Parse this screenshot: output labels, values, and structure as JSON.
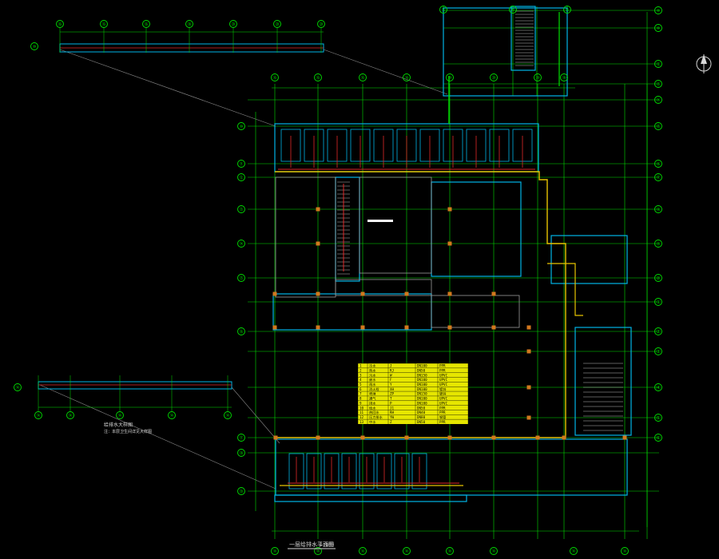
{
  "drawing": {
    "title": "一层给排水平面图",
    "scale": "1:100",
    "background": "#000000",
    "colors": {
      "grid": "#00e000",
      "wall": "#00b4e6",
      "pipe_red": "#e02828",
      "pipe_yellow": "#e6c300",
      "column": "#d2781e",
      "text": "#d7d7d7",
      "table_bg": "#e6e600",
      "table_text": "#000000"
    },
    "icons": [
      "north-arrow-icon",
      "grid-axis-bubble-icon"
    ]
  },
  "axes": {
    "top": [
      "⑯",
      "⑯",
      "⑯",
      "⑱",
      "⑳",
      "⑳",
      "⑳",
      "⑱"
    ],
    "right": [
      "⑩",
      "⑩",
      "⑫",
      "⑬",
      "⑭",
      "⑮",
      "⑯",
      "⑰",
      "⑱",
      "⑲",
      "⑳",
      "⑴",
      "⑵",
      "⑶",
      "⑷",
      "⑸",
      "⑹"
    ],
    "bottom": [
      "⑭",
      "⑭",
      "⑭",
      "⑭",
      "⑭",
      "⑭",
      "⑭",
      "⑭"
    ],
    "left": [
      "⑩",
      "⑪",
      "⑫",
      "⑬",
      "⑭",
      "⑮",
      "⑯",
      "⑰",
      "⑱",
      "⑲"
    ],
    "strip_top": [
      "⑯",
      "⑯",
      "⑯",
      "⑱",
      "⑳",
      "⑳",
      "⑳"
    ],
    "strip_bottom": [
      "⑭",
      "⑭",
      "⑭",
      "⑭",
      "⑭"
    ]
  },
  "legend_table": {
    "rows": [
      [
        "1",
        "冷水",
        "J",
        "DN100",
        "PPR"
      ],
      [
        "2",
        "热水",
        "RJ",
        "DN50",
        "PPR"
      ],
      [
        "3",
        "污水",
        "W",
        "DN150",
        "UPVC"
      ],
      [
        "4",
        "废水",
        "F",
        "DN100",
        "UPVC"
      ],
      [
        "5",
        "雨水",
        "Y",
        "DN100",
        "UPVC"
      ],
      [
        "6",
        "消火栓",
        "XH",
        "DN100",
        "镀锌"
      ],
      [
        "7",
        "喷淋",
        "ZP",
        "DN150",
        "镀锌"
      ],
      [
        "8",
        "通气",
        "T",
        "DN100",
        "UPVC"
      ],
      [
        "9",
        "排水",
        "P",
        "DN100",
        "UPVC"
      ],
      [
        "10",
        "给水",
        "J1",
        "DN50",
        "PPR"
      ],
      [
        "11",
        "热回水",
        "RH",
        "DN40",
        "PPR"
      ],
      [
        "12",
        "压力排水",
        "YW",
        "DN80",
        "钢管"
      ],
      [
        "13",
        "中水",
        "Z",
        "DN50",
        "PPR"
      ]
    ]
  },
  "notes": {
    "strip_caption": "给排水大样图",
    "strip_note": "注：本层卫生间详见大样图"
  }
}
